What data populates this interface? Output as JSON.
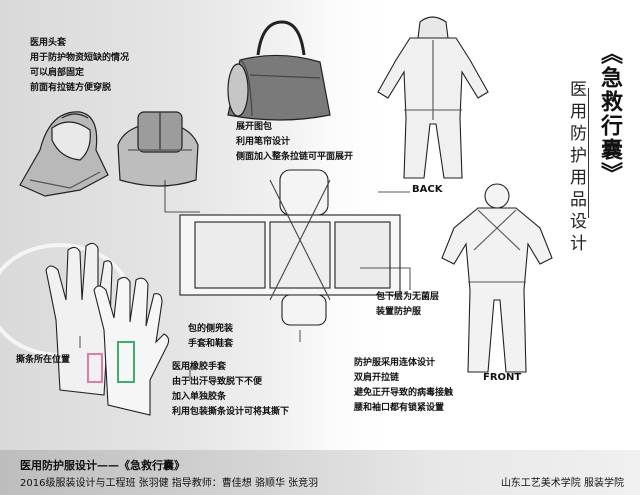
{
  "title": {
    "main": "《急救行囊》",
    "sub": "医用防护用品设计"
  },
  "hood_note": {
    "lines": [
      "医用头套",
      "用于防护物资短缺的情况",
      "可以肩部固定",
      "前面有拉链方便穿脱"
    ]
  },
  "bag_note": {
    "lines": [
      "展开图包",
      "利用笔帘设计",
      "侧面加入整条拉链可平面展开"
    ]
  },
  "labels": {
    "back": "BACK",
    "front": "FRONT",
    "tear_strip": "撕条所在位置"
  },
  "inner_layer_note": {
    "lines": [
      "包下层为无菌层",
      "装置防护服"
    ]
  },
  "side_pocket_note": {
    "lines": [
      "包的侧兜装",
      "手套和鞋套"
    ]
  },
  "gloves_note": {
    "lines": [
      "医用橡胶手套",
      "由于出汗导致脱下不便",
      "加入单独胶条",
      "利用包装撕条设计可将其撕下"
    ]
  },
  "suit_note": {
    "lines": [
      "防护服采用连体设计",
      "双肩开拉链",
      "避免正开导致的病毒接触",
      "腰和袖口都有锁紧设置"
    ]
  },
  "footer": {
    "title": "医用防护服设计——《急救行囊》",
    "credits": "2016级服装设计与工程班  张羽健    指导教师：曹佳想  骆顺华  张竞羽",
    "school": "山东工艺美术学院 服装学院"
  },
  "colors": {
    "ink": "#111111",
    "suit_gray": "#c8c8c8",
    "bag_gray": "#8a8a8a",
    "glove_pink": "#e27aa8",
    "glove_green": "#3fae6a"
  },
  "icons": [
    "hood-sketch",
    "bag-sketch",
    "suit-back-sketch",
    "suit-front-sketch",
    "unfolded-bag-sketch",
    "gloves-sketch"
  ]
}
